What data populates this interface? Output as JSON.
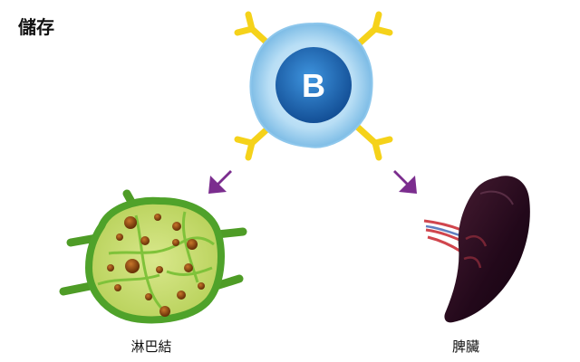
{
  "title": "儲存",
  "b_cell": {
    "letter": "B"
  },
  "destinations": {
    "lymph_node": {
      "label": "淋巴結"
    },
    "spleen": {
      "label": "脾臟"
    }
  },
  "colors": {
    "arrow": "#7b2d8e",
    "antibody": "#f5d21a",
    "cell_outer": "#b8def5",
    "cell_core": "#1f6fbf",
    "lymph_green": "#5cae2e",
    "lymph_fill": "#cfe07a",
    "nodule": "#8a4a12",
    "spleen": "#2a0f1c"
  }
}
